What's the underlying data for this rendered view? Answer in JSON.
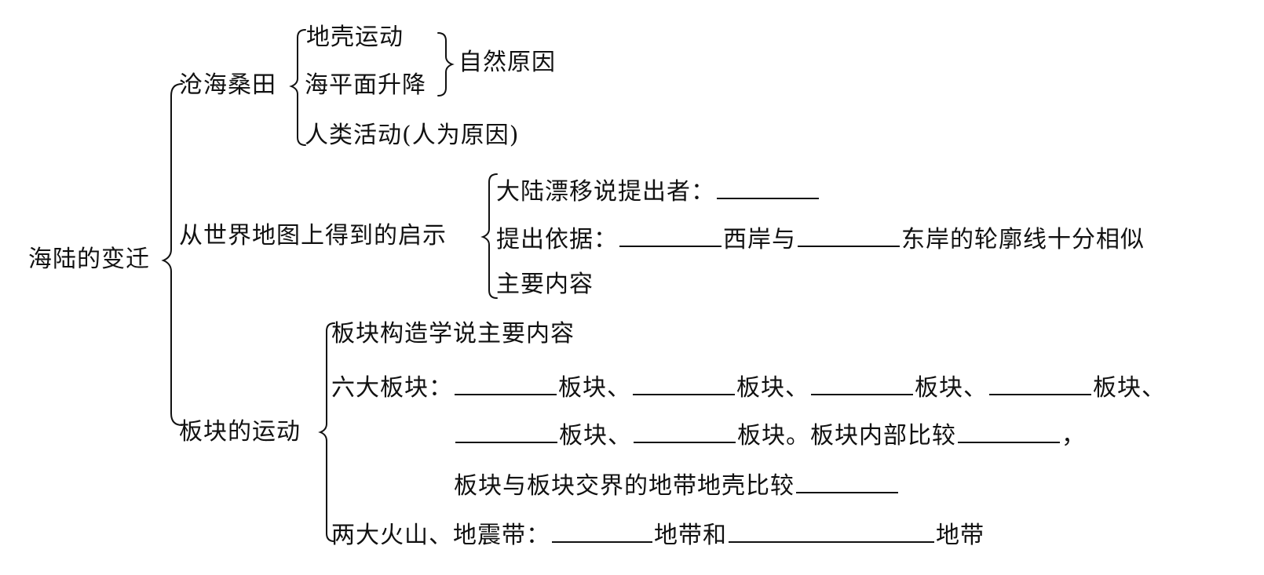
{
  "root": {
    "label": "海陆的变迁"
  },
  "branch1": {
    "label": "沧海桑田",
    "natural": {
      "items": [
        "地壳运动",
        "海平面升降"
      ],
      "label": "自然原因"
    },
    "human": "人类活动(人为原因)"
  },
  "branch2": {
    "label": "从世界地图上得到的启示",
    "proposer": "大陆漂移说提出者：",
    "basis_prefix": "提出依据：",
    "basis_mid": "西岸与",
    "basis_suffix": "东岸的轮廓线十分相似",
    "content": "主要内容"
  },
  "branch3": {
    "label": "板块的运动",
    "theory": "板块构造学说主要内容",
    "six_plates_prefix": "六大板块：",
    "plate_word": "板块、",
    "plate_end": "板块。",
    "interior": "板块内部比较",
    "comma": "，",
    "boundary": "板块与板块交界的地带地壳比较",
    "belts_prefix": "两大火山、地震带：",
    "belts_mid": "地带和",
    "belts_suffix": "地带"
  }
}
